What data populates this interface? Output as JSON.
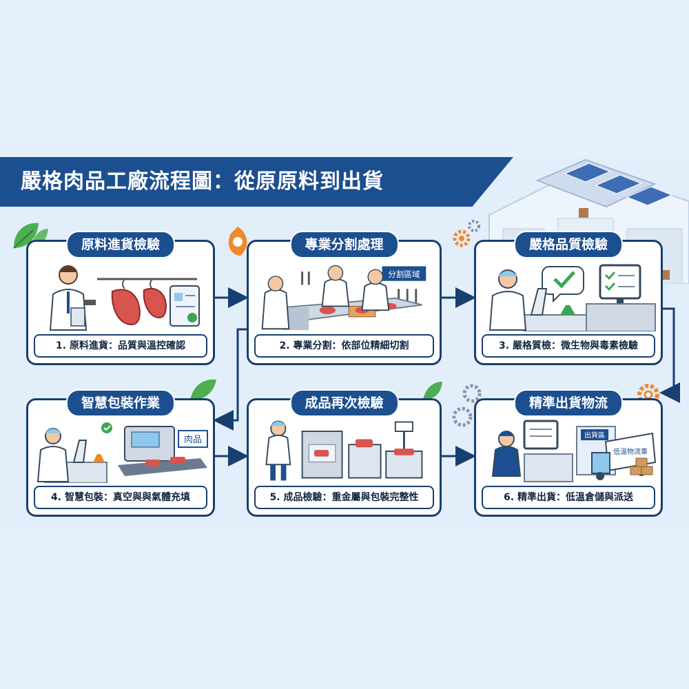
{
  "title": "嚴格肉品工廠流程圖：從原原料到出貨",
  "steps": [
    {
      "title": "原料進貨檢驗",
      "caption": "1. 原料進貨：品質與溫控確認"
    },
    {
      "title": "專業分割處理",
      "caption": "2. 專業分割：依部位精細切割",
      "sign": "分割區域"
    },
    {
      "title": "嚴格品質檢驗",
      "caption": "3. 嚴格質檢：微生物與毒素檢驗"
    },
    {
      "title": "智慧包裝作業",
      "caption": "4. 智慧包裝：真空與與氣體充填",
      "sign": "肉品"
    },
    {
      "title": "成品再次檢驗",
      "caption": "5. 成品檢驗：重金屬與包裝完整性"
    },
    {
      "title": "精準出貨物流",
      "caption": "6. 精準出貨：低溫倉儲與派送",
      "sign": "出貨區",
      "truck_label": "低溫物流車"
    }
  ],
  "colors": {
    "navy": "#1c4f8f",
    "background": "#e3eefb",
    "meat": "#d9534f",
    "check": "#3aa655",
    "leaf": "#4caf50",
    "gear": "#f0882a"
  }
}
